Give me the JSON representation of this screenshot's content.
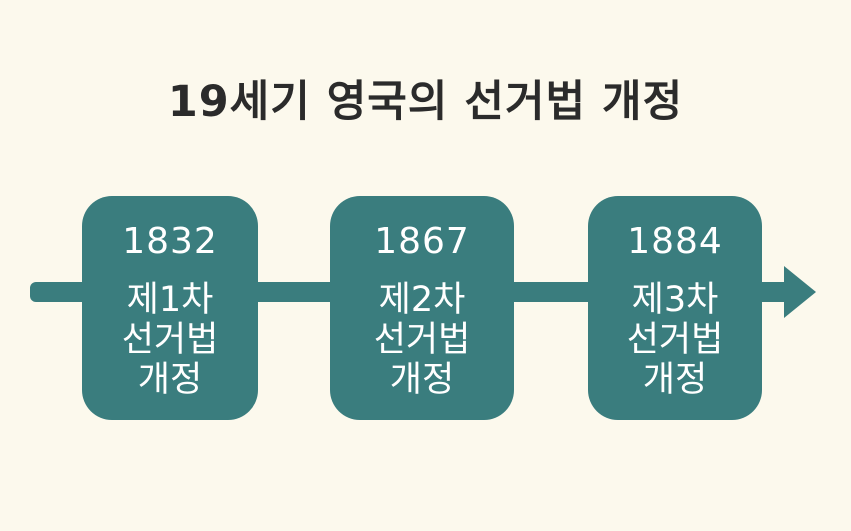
{
  "title": "19세기 영국의 선거법 개정",
  "events": [
    {
      "year": "1832",
      "label": "제1차\n선거법\n개정"
    },
    {
      "year": "1867",
      "label": "제2차\n선거법\n개정"
    },
    {
      "year": "1884",
      "label": "제3차\n선거법\n개정"
    }
  ],
  "colors": {
    "background": "#fcf9ed",
    "accent": "#3a7d7e",
    "title": "#2b2b2b",
    "card_text": "#ffffff"
  }
}
